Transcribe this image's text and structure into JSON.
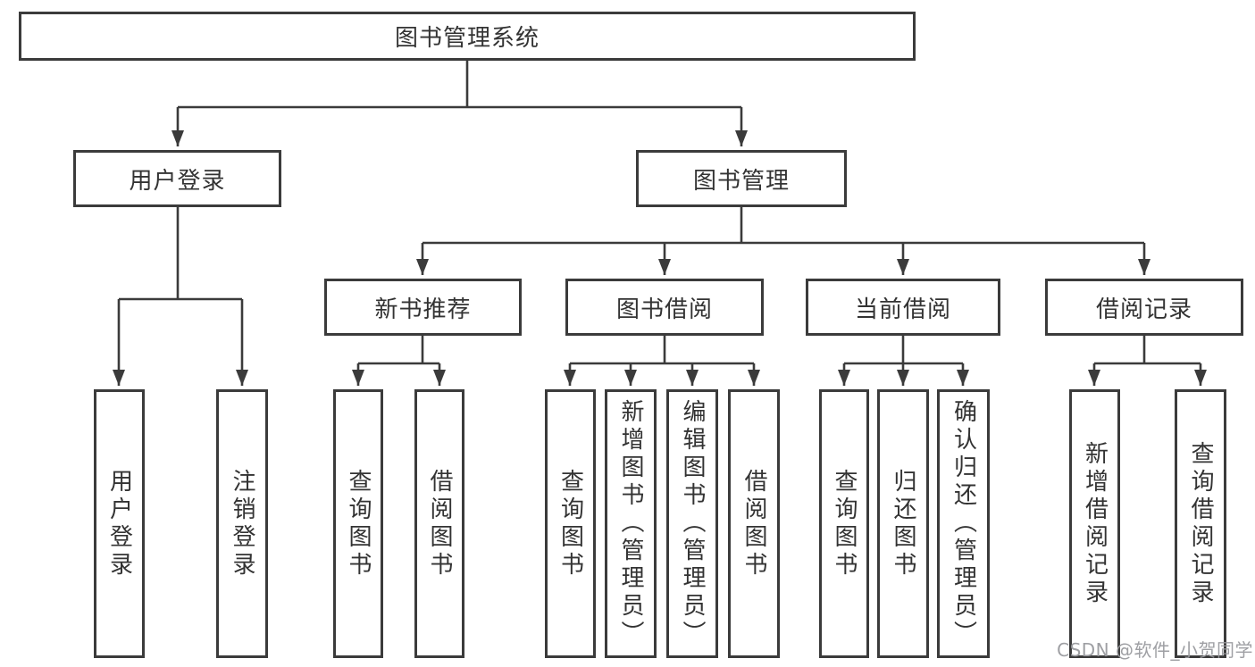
{
  "diagram": {
    "root": "图书管理系统",
    "level1": [
      "用户登录",
      "图书管理"
    ],
    "level2": [
      "新书推荐",
      "图书借阅",
      "当前借阅",
      "借阅记录"
    ],
    "leaves": [
      "用户登录",
      "注销登录",
      "查询图书",
      "借阅图书",
      "查询图书",
      "新增图书（管理员）",
      "编辑图书（管理员）",
      "借阅图书",
      "查询图书",
      "归还图书",
      "确认归还（管理员）",
      "新增借阅记录",
      "查询借阅记录"
    ],
    "watermark": "CSDN @软件_小贺同学",
    "colors": {
      "line": "#3b3b3b",
      "box_border": "#3b3b3b",
      "box_fill": "#ffffff",
      "text": "#333333",
      "watermark": "#999a9e",
      "background": "#ffffff"
    }
  }
}
